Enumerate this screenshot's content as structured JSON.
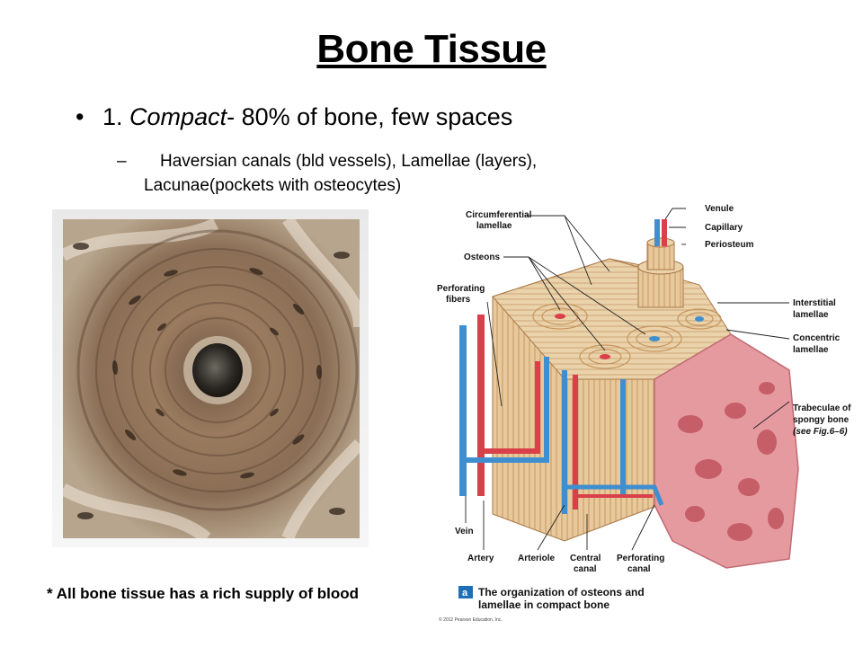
{
  "slide": {
    "title": "Bone Tissue",
    "bullet1": {
      "bullet_symbol": "•",
      "number": "1.",
      "term": "Compact",
      "rest": "- 80% of bone,  few spaces"
    },
    "subbullet": {
      "dash": "–",
      "line1": "Haversian canals (bld vessels), Lamellae (layers),",
      "line2": "Lacunae(pockets with osteocytes)"
    },
    "footnote": "* All bone tissue has a rich supply of blood"
  },
  "diagram": {
    "labels": {
      "circumferential_1": "Circumferential",
      "circumferential_2": "lamellae",
      "osteons": "Osteons",
      "perforating_1": "Perforating",
      "perforating_2": "fibers",
      "venule": "Venule",
      "capillary": "Capillary",
      "periosteum": "Periosteum",
      "interstitial_1": "Interstitial",
      "interstitial_2": "lamellae",
      "concentric_1": "Concentric",
      "concentric_2": "lamellae",
      "trabeculae_1": "Trabeculae of",
      "trabeculae_2": "spongy bone",
      "trabeculae_3": "(see Fig.6–6)",
      "vein": "Vein",
      "artery": "Artery",
      "arteriole": "Arteriole",
      "central_1": "Central",
      "central_2": "canal",
      "perf_canal_1": "Perforating",
      "perf_canal_2": "canal"
    },
    "caption_letter": "a",
    "caption_line1": "The organization of osteons and",
    "caption_line2": "lamellae in compact bone",
    "copyright": "© 2012 Pearson Education, Inc."
  },
  "colors": {
    "bone": "#e8cfa6",
    "vein_blue": "#3f8fd0",
    "artery_red": "#d8404a",
    "spongy_pink": "#e59aa0",
    "caption_box": "#1f6fb5"
  }
}
